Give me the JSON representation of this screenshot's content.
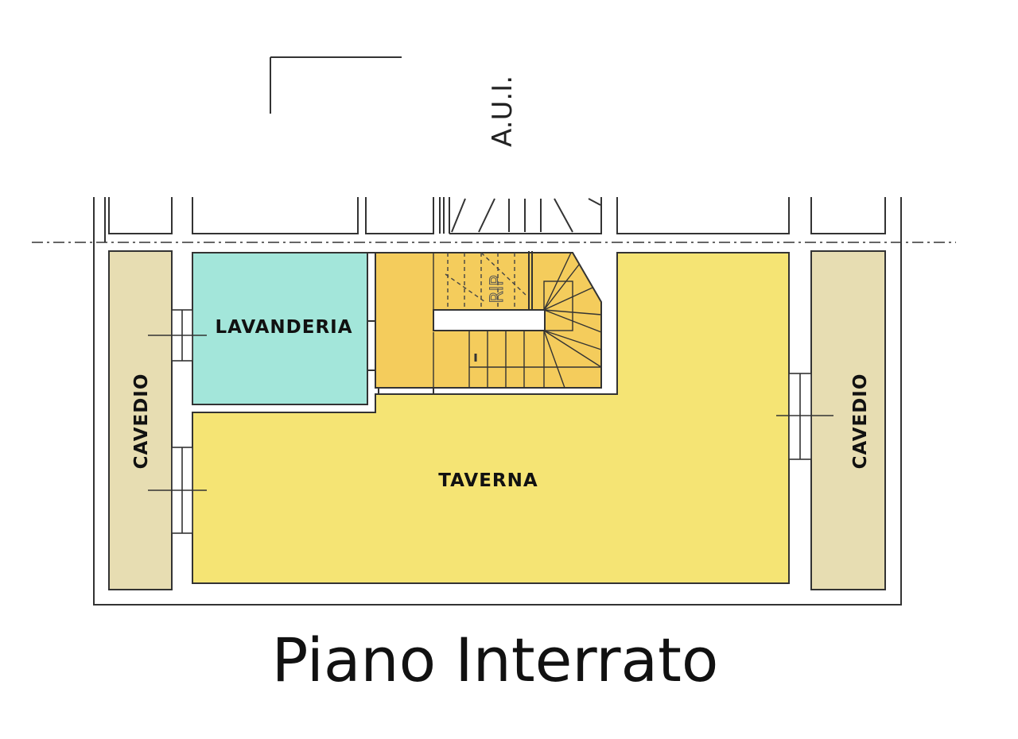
{
  "plan": {
    "caption": "Piano Interrato",
    "adjacent_label": "A.U.I.",
    "stair_label": "RIP",
    "rooms": {
      "lavanderia": {
        "label": "LAVANDERIA",
        "color": "#a3e6da"
      },
      "taverna": {
        "label": "TAVERNA",
        "color": "#f5e474"
      },
      "stair_area": {
        "color": "#f4cc5c"
      },
      "cavedio_left": {
        "label": "CAVEDIO",
        "color": "#e7ddb2"
      },
      "cavedio_right": {
        "label": "CAVEDIO",
        "color": "#e7ddb2"
      }
    }
  }
}
